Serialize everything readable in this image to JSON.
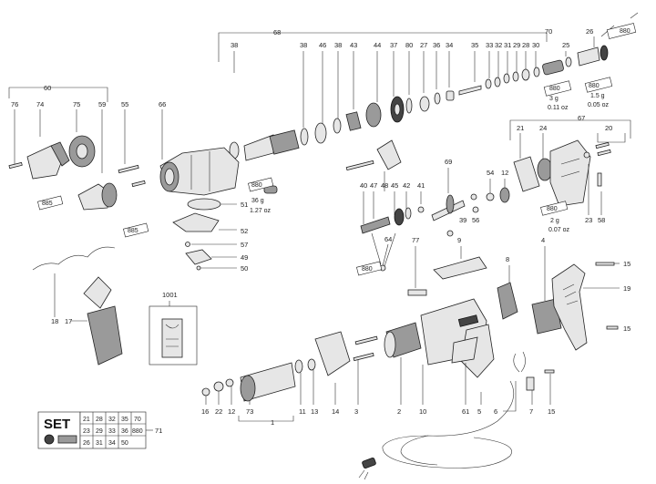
{
  "callouts": {
    "c1": "1",
    "c2": "2",
    "c3": "3",
    "c4": "4",
    "c5": "5",
    "c6": "6",
    "c7": "7",
    "c8": "8",
    "c9": "9",
    "c10": "10",
    "c11": "11",
    "c12": "12",
    "c13": "13",
    "c14": "14",
    "c15a": "15",
    "c15b": "15",
    "c15c": "15",
    "c16": "16",
    "c17": "17",
    "c18": "18",
    "c19": "19",
    "c20": "20",
    "c21": "21",
    "c22": "22",
    "c23": "23",
    "c24": "24",
    "c25": "25",
    "c26": "26",
    "c27": "27",
    "c28": "28",
    "c29": "29",
    "c30": "30",
    "c31": "31",
    "c32": "32",
    "c33": "33",
    "c34": "34",
    "c35": "35",
    "c36": "36",
    "c37": "37",
    "c38a": "38",
    "c38b": "38",
    "c38c": "38",
    "c39": "39",
    "c40": "40",
    "c41": "41",
    "c42": "42",
    "c43": "43",
    "c44": "44",
    "c45": "45",
    "c46": "46",
    "c47": "47",
    "c48": "48",
    "c49": "49",
    "c50": "50",
    "c51": "51",
    "c52": "52",
    "c54": "54",
    "c55": "55",
    "c56": "56",
    "c57": "57",
    "c58": "58",
    "c59": "59",
    "c60": "60",
    "c61": "61",
    "c64": "64",
    "c66": "66",
    "c67": "67",
    "c68": "68",
    "c69": "69",
    "c70": "70",
    "c71": "71",
    "c73": "73",
    "c74": "74",
    "c75": "75",
    "c76": "76",
    "c77": "77",
    "c80": "80",
    "c1001": "1001"
  },
  "grease": {
    "g880_top": "880",
    "g880_head": "880",
    "g880_gear": "880",
    "g880_small": "880",
    "g885_a": "885",
    "g885_b": "885",
    "g880_20": "880",
    "g36g": "36 g",
    "g127oz": "1.27 oz",
    "g3g": "3 g",
    "g011oz": "0.11 oz",
    "g15g": "1.5 g",
    "g005oz": "0.05 oz",
    "g2g": "2 g",
    "g007oz": "0.07 oz"
  },
  "set_table": {
    "title": "SET",
    "rows": [
      [
        "21",
        "28",
        "32",
        "35",
        "70"
      ],
      [
        "23",
        "29",
        "33",
        "36",
        "880"
      ],
      [
        "26",
        "31",
        "34",
        "50"
      ]
    ],
    "ref": "71"
  }
}
